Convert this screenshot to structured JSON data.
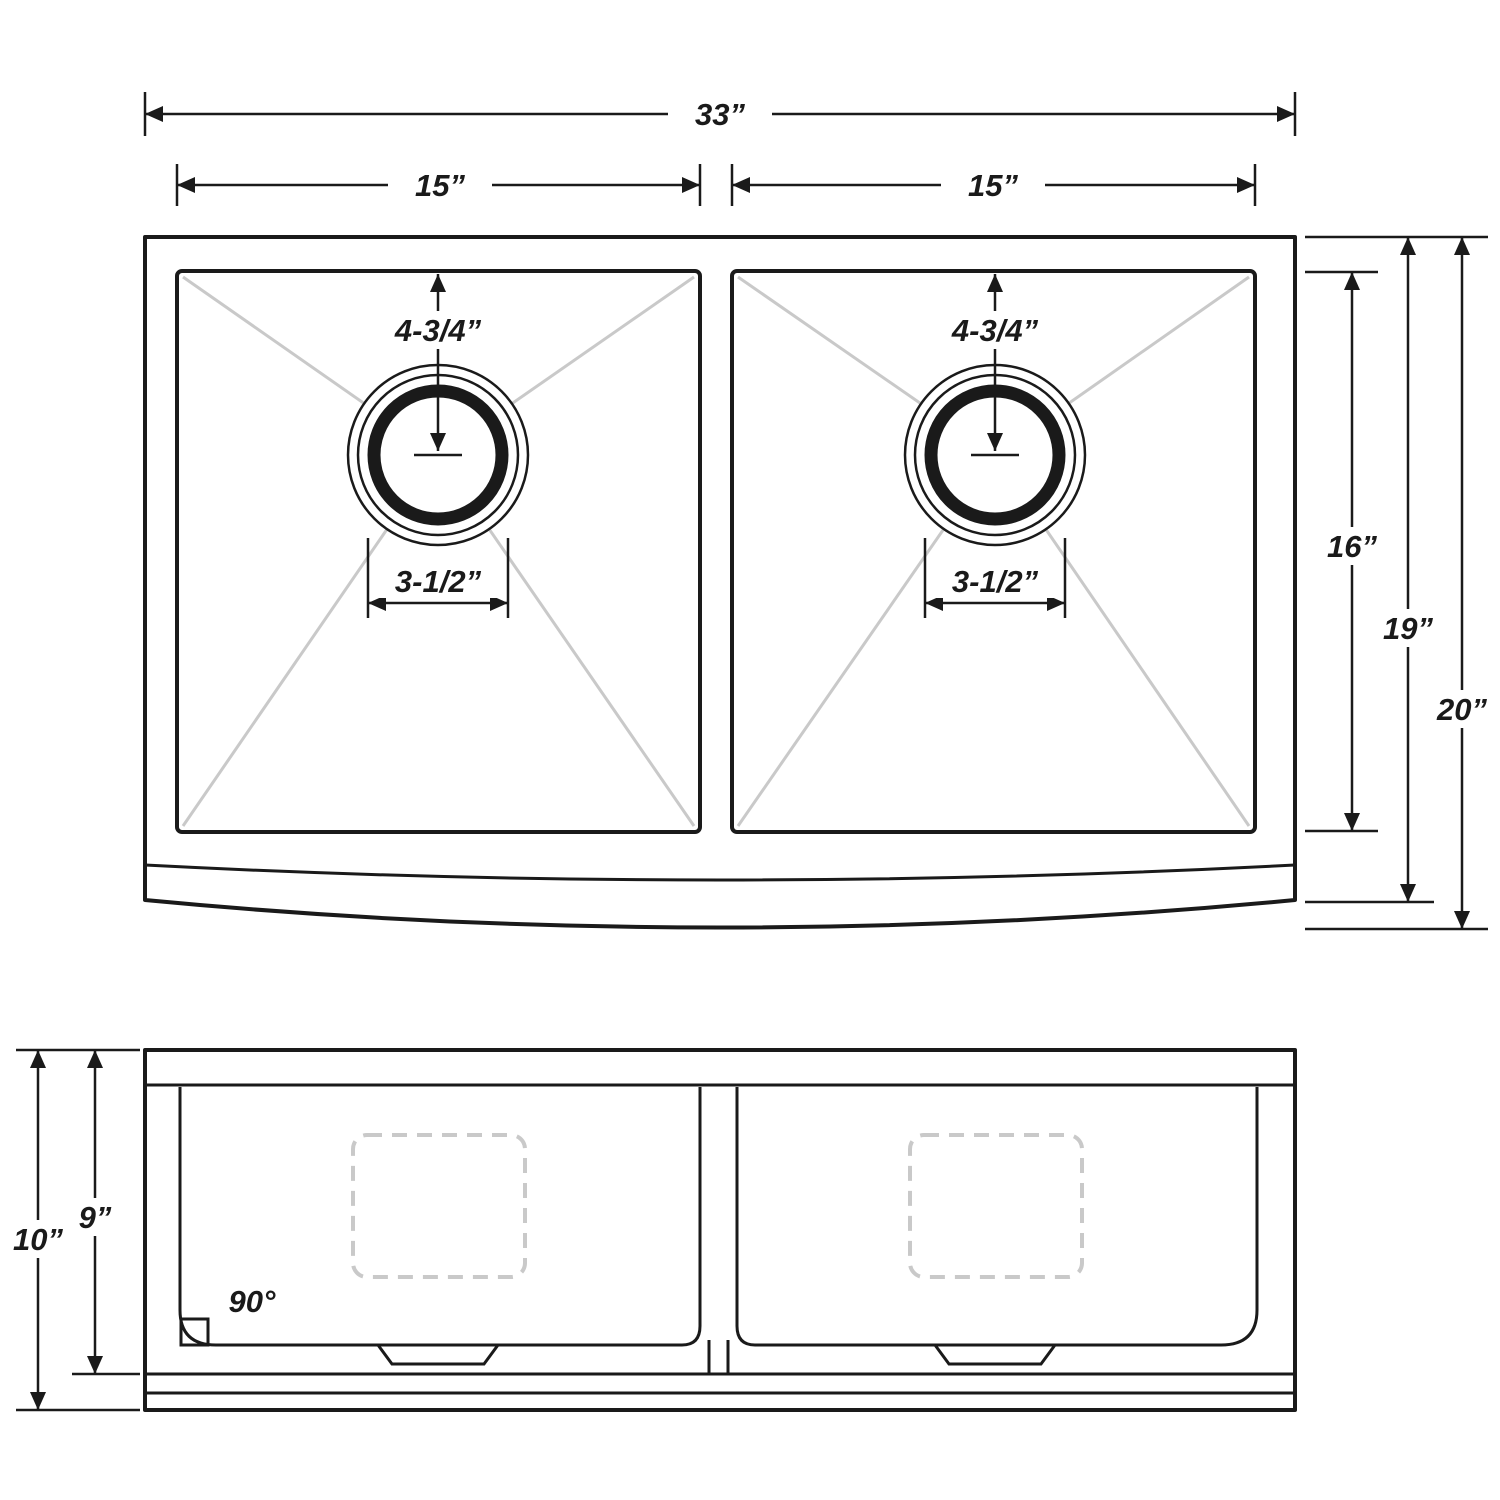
{
  "diagram": {
    "subject": "double-bowl-farmhouse-sink-dimension-drawing",
    "colors": {
      "line": "#1a1a1a",
      "light_line": "#c9c9c9",
      "background": "#ffffff"
    },
    "top_view": {
      "overall_width": "33”",
      "bowl_width_left": "15”",
      "bowl_width_right": "15”",
      "drain_offset_left": "4-3/4”",
      "drain_offset_right": "4-3/4”",
      "drain_diameter_left": "3-1/2”",
      "drain_diameter_right": "3-1/2”",
      "bowl_front_to_back": "16”",
      "depth_with_rim": "19”",
      "overall_depth": "20”"
    },
    "front_view": {
      "overall_height": "10”",
      "bowl_height": "9”",
      "corner_angle": "90°"
    }
  }
}
